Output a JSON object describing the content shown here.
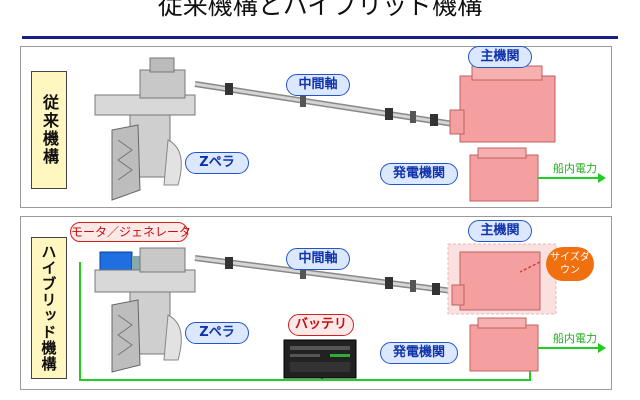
{
  "title": "従来機構とハイブリッド機構",
  "panel_conventional": {
    "label": "従来機構",
    "shaft": "中間軸",
    "main_engine": "主機関",
    "zpeller": "Zペラ",
    "generator": "発電機関",
    "power": "船内電力"
  },
  "panel_hybrid": {
    "label": "ハイブリッド機構",
    "motor_generator": "モータ／ジェネレータ",
    "shaft": "中間軸",
    "main_engine": "主機関",
    "size_down": "サイズダウン",
    "zpeller": "Zペラ",
    "battery": "バッテリ",
    "generator": "発電機関",
    "power": "船内電力"
  },
  "colors": {
    "rule": "#1a1f86",
    "engine": "#f4a0a0",
    "label_bg": "#fff6c0",
    "pill_blue": "#dce8ff",
    "pill_red": "#d02020",
    "power_green": "#22cc22",
    "size_down": "#f07010"
  }
}
